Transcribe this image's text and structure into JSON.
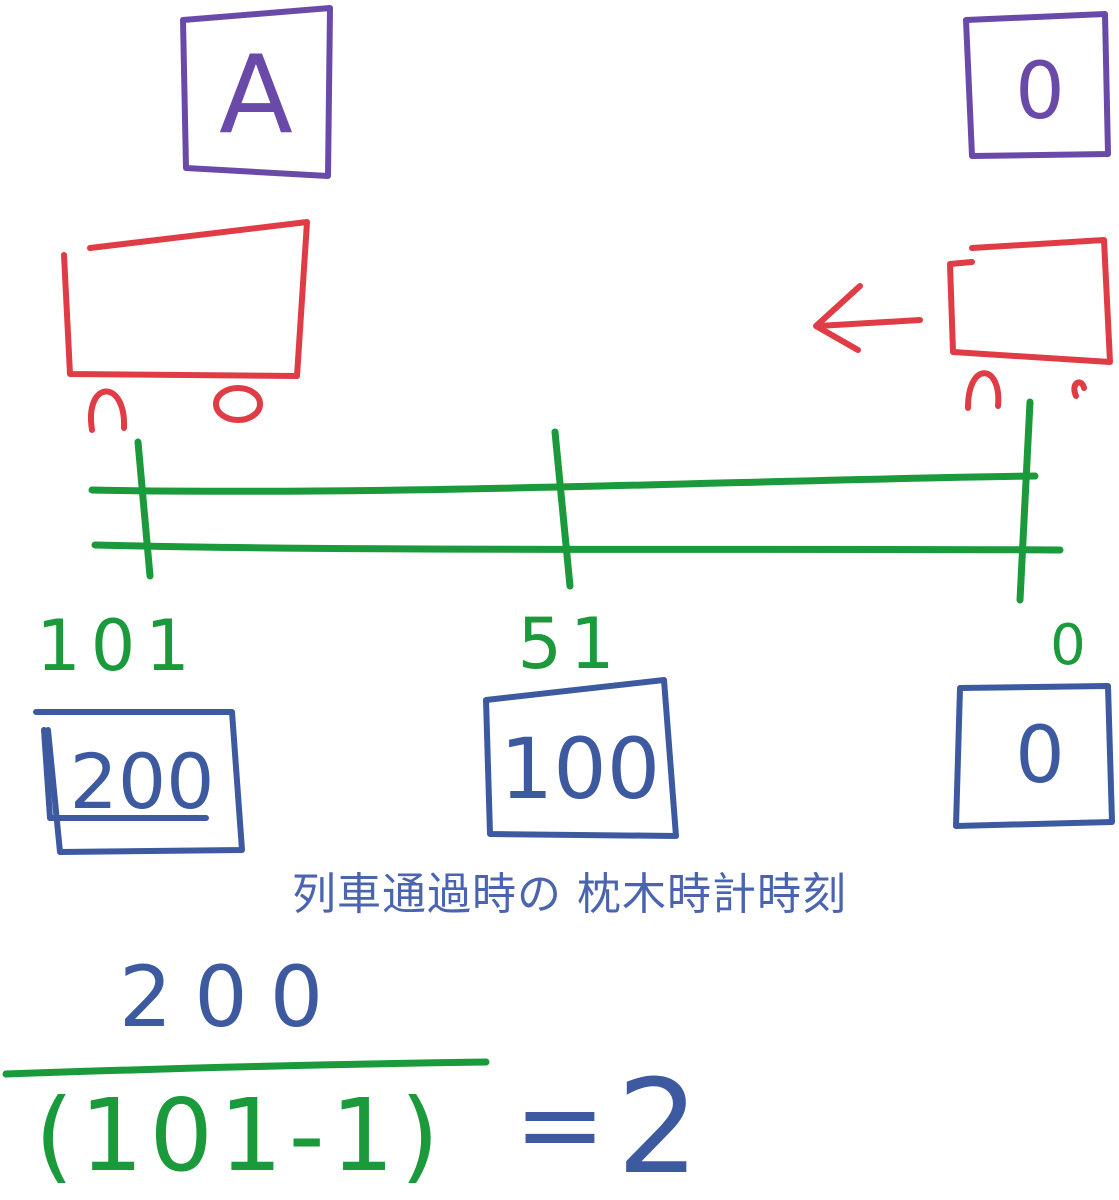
{
  "trains": {
    "left_label": "A",
    "right_label": "0"
  },
  "sleepers": {
    "left_number": "101",
    "middle_number": "51",
    "right_number": "0"
  },
  "clocks": {
    "left_time": "200",
    "middle_time": "100",
    "right_time": "0"
  },
  "caption": "列車通過時の 枕木時計時刻",
  "formula": {
    "numerator": "200",
    "denominator": "(101-1)",
    "equals": "=",
    "result": "2"
  },
  "colors": {
    "train_label": "#6a4aa8",
    "train": "#e03c46",
    "track": "#1a9a3a",
    "clock": "#3d5aa0"
  }
}
